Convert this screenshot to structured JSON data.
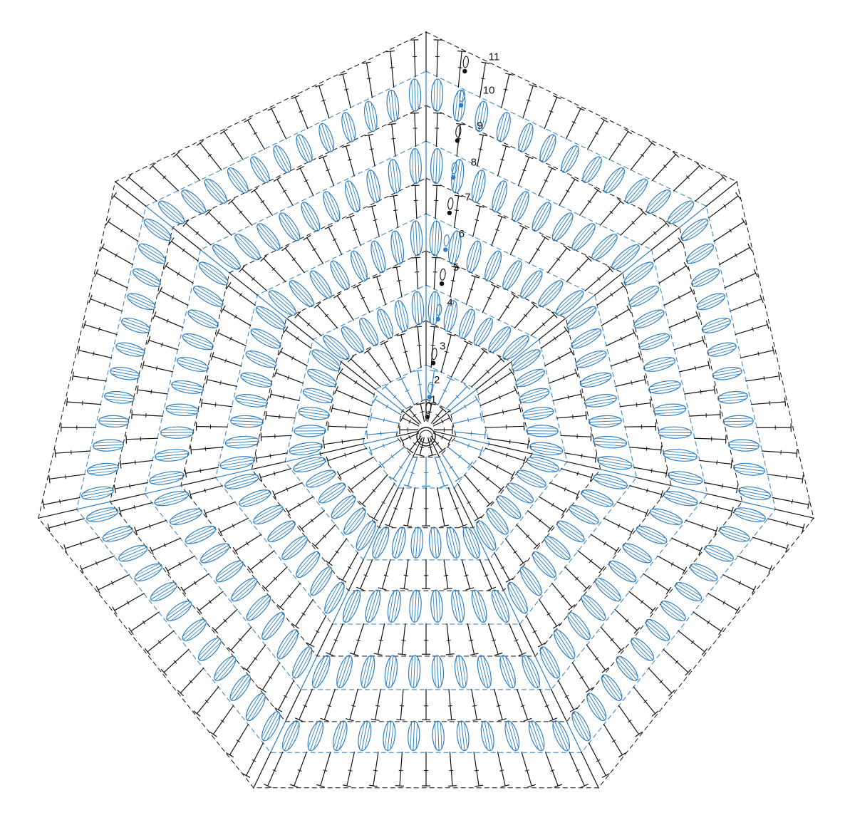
{
  "diagram": {
    "type": "crochet-chart",
    "shape": "heptagon",
    "sides": 7,
    "colors": {
      "odd_rounds": "#111111",
      "even_rounds": "#2f7fc1",
      "background": "#ffffff"
    },
    "symbols": {
      "start": "magic-ring",
      "chain": "chain-oval",
      "double_crochet": "double-crochet-stitch",
      "cluster": "puff-cluster",
      "fan": "fan-increase",
      "slip_stitch": "slip-stitch-dot"
    },
    "rounds": [
      {
        "label": "1",
        "stitch": "double_crochet",
        "color": "odd_rounds"
      },
      {
        "label": "2",
        "stitch": "double_crochet",
        "color": "even_rounds"
      },
      {
        "label": "3",
        "stitch": "double_crochet",
        "color": "odd_rounds"
      },
      {
        "label": "4",
        "stitch": "cluster",
        "color": "even_rounds"
      },
      {
        "label": "5",
        "stitch": "double_crochet",
        "color": "odd_rounds"
      },
      {
        "label": "6",
        "stitch": "cluster",
        "color": "even_rounds"
      },
      {
        "label": "7",
        "stitch": "double_crochet",
        "color": "odd_rounds"
      },
      {
        "label": "8",
        "stitch": "cluster",
        "color": "even_rounds"
      },
      {
        "label": "9",
        "stitch": "double_crochet",
        "color": "odd_rounds"
      },
      {
        "label": "10",
        "stitch": "cluster",
        "color": "even_rounds"
      },
      {
        "label": "11",
        "stitch": "double_crochet",
        "color": "odd_rounds"
      }
    ]
  }
}
